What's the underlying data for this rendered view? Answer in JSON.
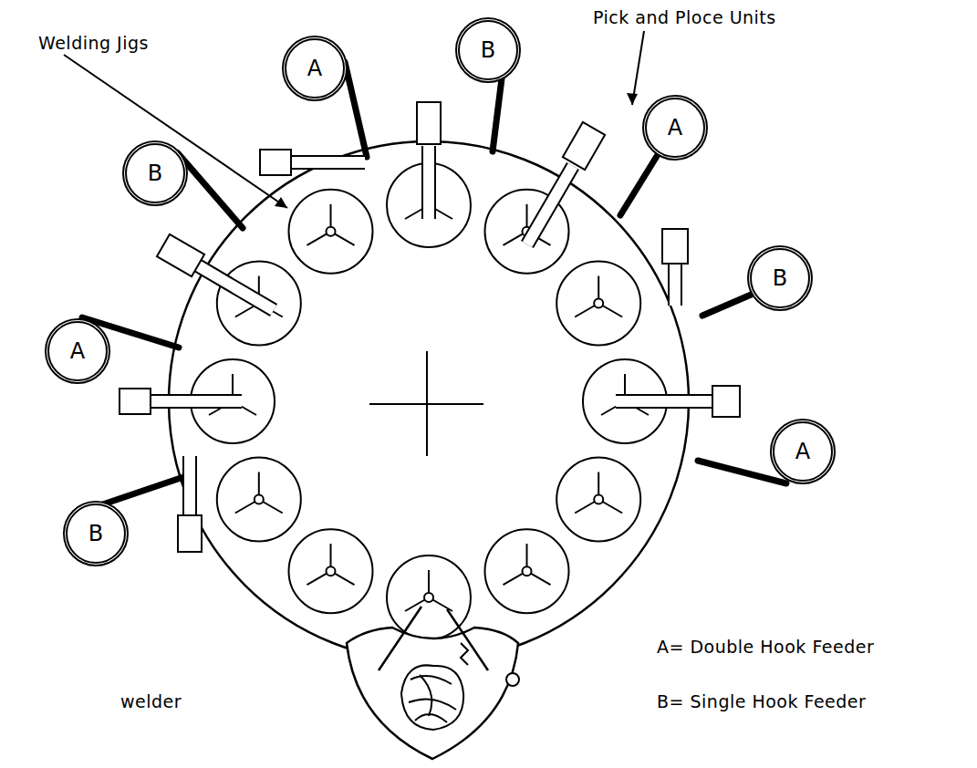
{
  "diagram": {
    "nodes": [
      {
        "text": [
          "A"
        ]
      },
      {
        "text": [
          "B"
        ]
      },
      {
        "text": [
          "A"
        ]
      },
      {
        "text": [
          "B"
        ]
      },
      {
        "text": [
          "B"
        ]
      },
      {
        "text": [
          "A"
        ]
      },
      {
        "text": [
          "A"
        ]
      },
      {
        "text": [
          "B"
        ]
      }
    ],
    "labels": [
      "Welding Jigs",
      "Pick and Ploce Units",
      "A= Double Hook Feeder",
      "B= Single Hook Feeder",
      "welder"
    ]
  }
}
